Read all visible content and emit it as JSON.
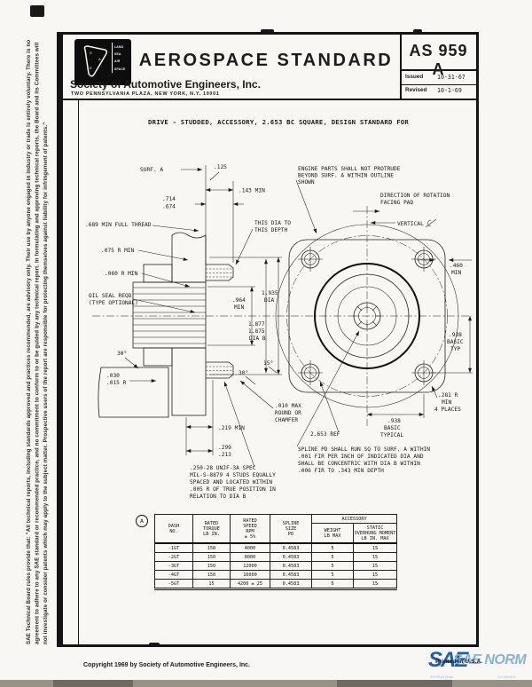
{
  "sidebar": {
    "disclaimer": "SAE Technical Board rules provide that: \"All technical reports, including standards approved and practices recommended, are advisory only. Their use by anyone engaged in industry or trade is entirely voluntary. There is no agreement to adhere to any SAE standard or recommended practice, and no commitment to conform to or be guided by any technical report. In formulating and approving technical reports, the Board and its Committees will not investigate or consider patents which may apply to the subject matter. Prospective users of the report are responsible for protecting themselves against liability for infringement of patents.\""
  },
  "header": {
    "title": "AEROSPACE STANDARD",
    "org": "Society of Automotive Engineers, Inc.",
    "address": "TWO PENNSYLVANIA PLAZA, NEW YORK, N.Y. 10001",
    "logo_words": [
      "LAND",
      "SEA",
      "AIR",
      "SPACE"
    ],
    "doc_number": "AS 959 A",
    "issued_label": "Issued",
    "issued_date": "10-31-67",
    "revised_label": "Revised",
    "revised_date": "10-1-69"
  },
  "title_block": "DRIVE - STUDDED, ACCESSORY, 2.653 BC SQUARE, DESIGN STANDARD FOR",
  "revision_mark": "A",
  "drawing": {
    "labels": {
      "surf_a": "SURF. A",
      "chamfer": ".125",
      "protrusion": ".143 MIN",
      "stud_height": [
        ".714",
        ".674"
      ],
      "full_thread": ".689 MIN FULL THREAD",
      "fillet_a": ".075 R MIN",
      "fillet_b": ".060 R MIN",
      "oil_seal": [
        "OIL SEAL REQD",
        "(TYPE OPTIONAL)"
      ],
      "engine_note": [
        "ENGINE PARTS SHALL NOT PROTRUDE",
        "BEYOND SURF. A WITHIN OUTLINE",
        "SHOWN"
      ],
      "this_dia": [
        "THIS DIA TO",
        "THIS DEPTH"
      ],
      "rotation": [
        "DIRECTION OF ROTATION",
        "FACING PAD"
      ],
      "vertical": "VERTICAL",
      "pilot_dia": [
        "1.935",
        "DIA"
      ],
      "depth_min": [
        ".964",
        "MIN"
      ],
      "dia_b": [
        "1.877",
        "1.875",
        "DIA B"
      ],
      "edge_min": [
        ".460",
        "MIN"
      ],
      "hole_offset": [
        ".938",
        "BASIC",
        "TYP"
      ],
      "corner_radius": [
        ".281 R",
        "MIN",
        "4 PLACES"
      ],
      "hole_spacing": [
        ".938",
        "BASIC",
        "TYPICAL"
      ],
      "bc_ref": "2.653 REF",
      "spline_note": [
        "SPLINE PD SHALL RUN SQ TO SURF. A WITHIN",
        ".001 FIR PER INCH OF INDICATED DIA AND",
        "SHALL BE CONCENTRIC WITH DIA B WITHIN",
        ".006 FIR TO .343 MIN DEPTH"
      ],
      "round_chamfer": [
        ".010 MAX",
        "ROUND OR",
        "CHAMFER"
      ],
      "angle_a": "30°",
      "angle_b": "15°",
      "angle_c": "30°",
      "stud_min": ".219 MIN",
      "boss_dims": [
        ".299",
        ".213"
      ],
      "corner_dims": [
        ".030",
        ".015 R"
      ],
      "stud_note": [
        ".250-28 UNJF-3A SPEC",
        "MIL-S-8879 4 STUDS EQUALLY",
        "SPACED AND LOCATED WITHIN",
        ".005 R OF TRUE POSITION IN",
        "RELATION TO DIA B"
      ]
    }
  },
  "table": {
    "accessory_header": "ACCESSORY",
    "col_headers": [
      "DASH\nNO.",
      "RATED\nTORQUE\nLB IN.",
      "RATED\nSPEED\nRPM\n± 5%",
      "SPLINE\nSIZE\nPD",
      "WEIGHT\nLB MAX",
      "STATIC\nOVERHUNG MOMENT\nLB IN. MAX"
    ],
    "rows": [
      [
        "-1GT",
        "150",
        "4000",
        "0.4583",
        "5",
        "15"
      ],
      [
        "-2GT",
        "150",
        "8000",
        "0.4583",
        "5",
        "15"
      ],
      [
        "-3GT",
        "150",
        "12000",
        "0.4583",
        "5",
        "15"
      ],
      [
        "-4GT",
        "150",
        "16000",
        "0.4583",
        "5",
        "15"
      ],
      [
        "-5GT",
        "15",
        "4200 ± 25",
        "0.4583",
        "5",
        "15"
      ]
    ]
  },
  "footer": {
    "copyright": "Copyright  1969  by Society of Automotive Engineers, Inc.",
    "printed": "Printed in U.S.A.",
    "watermark_glyph": "SAE",
    "watermark_main": "SAE NORM",
    "watermark_sub_left": "INTERNATIONAL",
    "watermark_sub_right": "CLEARANCE"
  }
}
